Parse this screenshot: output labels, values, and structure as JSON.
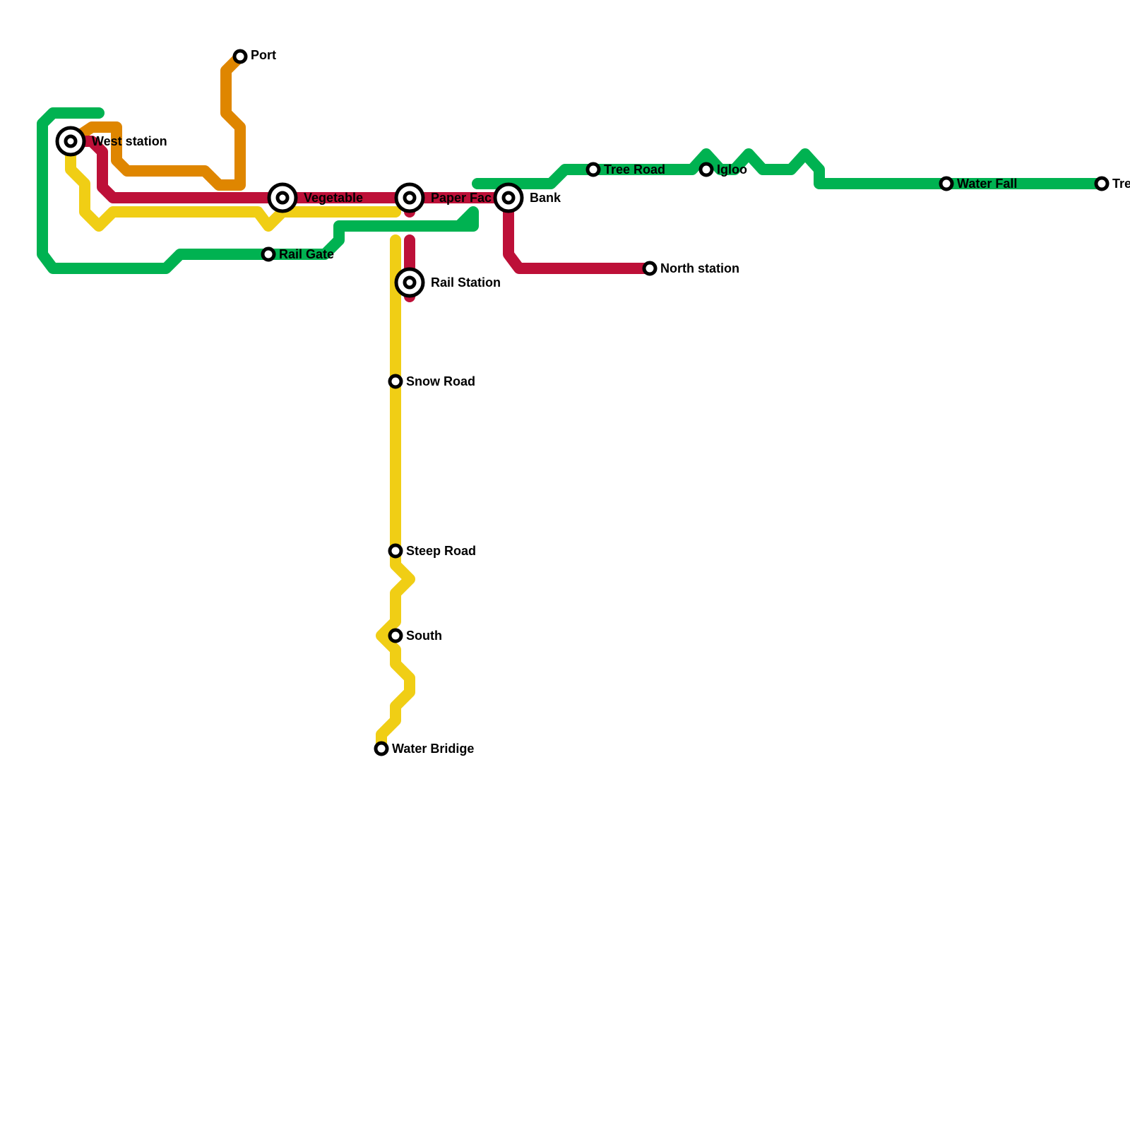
{
  "lines": [
    {
      "name": "green",
      "color": "#00b251"
    },
    {
      "name": "orange",
      "color": "#df8600"
    },
    {
      "name": "red",
      "color": "#bd1038"
    },
    {
      "name": "yellow",
      "color": "#f0ce15"
    }
  ],
  "stations": {
    "port": "Port",
    "west_station": "West station",
    "vegetable": "Vegetable",
    "paper_factory": "Paper Fac",
    "bank": "Bank",
    "tree_road": "Tree Road",
    "igloo": "Igloo",
    "water_fall": "Water Fall",
    "tree_far": "Tre",
    "rail_gate": "Rail Gate",
    "rail_station": "Rail Station",
    "north_station": "North station",
    "snow_road": "Snow Road",
    "steep_road": "Steep Road",
    "south": "South",
    "water_bridge": "Water Bridige"
  }
}
